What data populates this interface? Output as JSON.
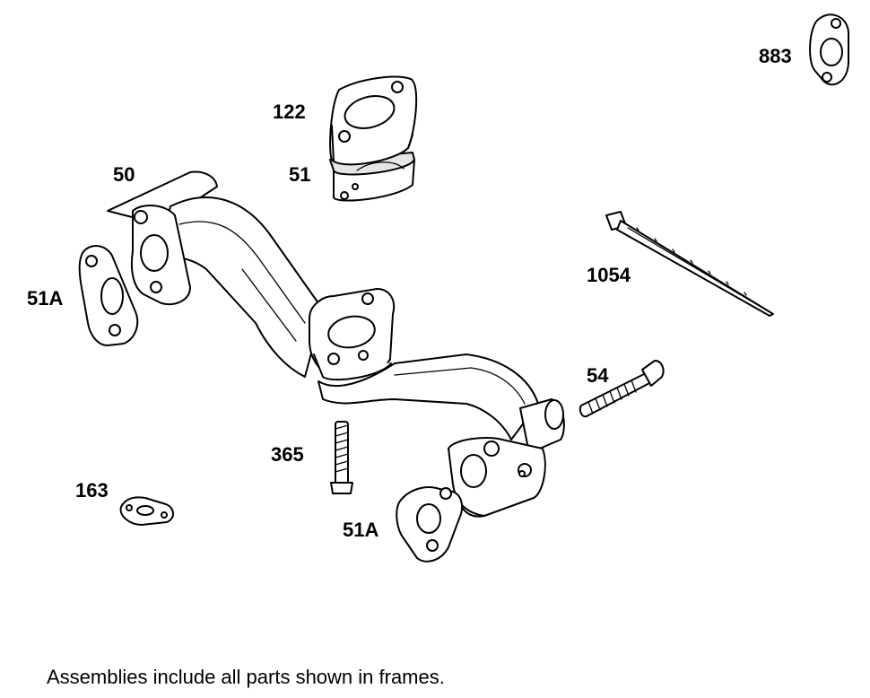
{
  "diagram": {
    "labels": {
      "p883": "883",
      "p122": "122",
      "p51": "51",
      "p50": "50",
      "p51a_left": "51A",
      "p1054": "1054",
      "p54": "54",
      "p365": "365",
      "p163": "163",
      "p51a_bottom": "51A"
    },
    "footnote": "Assemblies include all parts shown in frames."
  }
}
